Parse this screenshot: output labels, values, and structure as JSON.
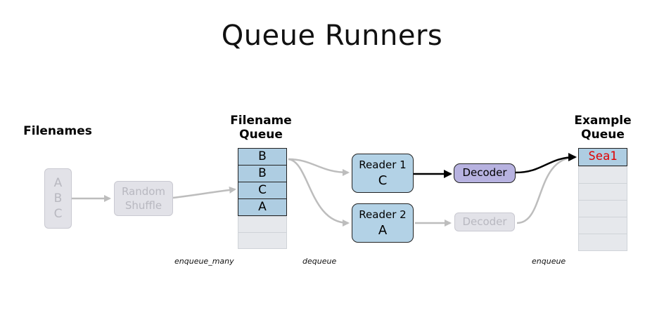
{
  "title": "Queue Runners",
  "filenames": {
    "header": "Filenames",
    "items": [
      "A",
      "B",
      "C"
    ]
  },
  "shuffle": {
    "line1": "Random",
    "line2": "Shuffle"
  },
  "filename_queue": {
    "header_line1": "Filename",
    "header_line2": "Queue",
    "items": [
      "B",
      "B",
      "C",
      "A"
    ]
  },
  "readers": [
    {
      "label": "Reader 1",
      "value": "C"
    },
    {
      "label": "Reader 2",
      "value": "A"
    }
  ],
  "decoders": [
    "Decoder",
    "Decoder"
  ],
  "example_queue": {
    "header_line1": "Example",
    "header_line2": "Queue",
    "first_item": "Sea1"
  },
  "ops": {
    "enqueue_many": "enqueue_many",
    "dequeue": "dequeue",
    "enqueue": "enqueue"
  },
  "colors": {
    "queue_cell": "#aecde2",
    "decoder_active": "#b7b2e0",
    "example_text": "#e00000",
    "faded": "#c9c9d1"
  }
}
